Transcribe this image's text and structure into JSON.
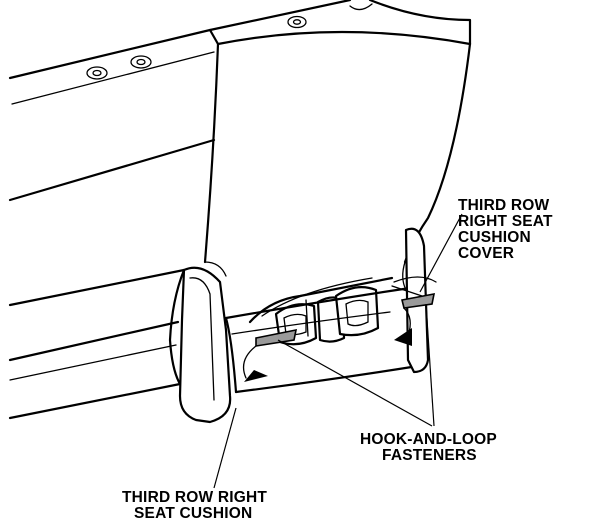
{
  "labels": {
    "cushion_cover": [
      "THIRD ROW",
      "RIGHT SEAT",
      "CUSHION",
      "COVER"
    ],
    "fasteners": [
      "HOOK-AND-LOOP",
      "FASTENERS"
    ],
    "cushion": [
      "THIRD ROW RIGHT",
      "SEAT CUSHION"
    ]
  }
}
